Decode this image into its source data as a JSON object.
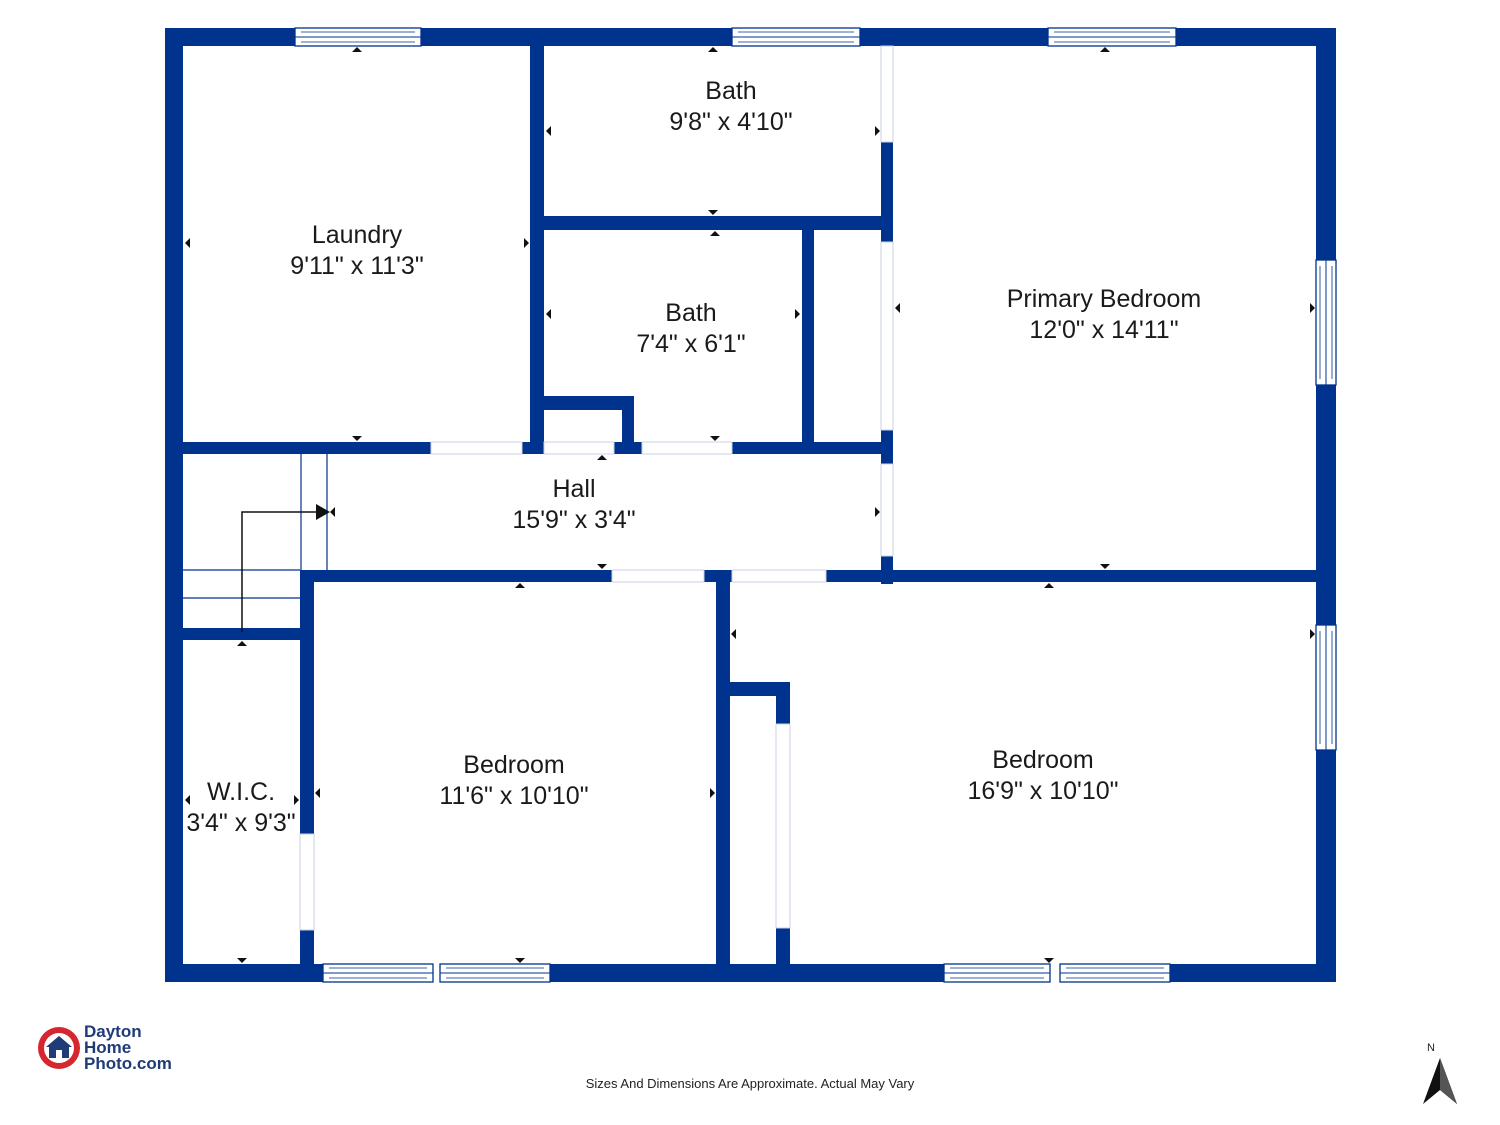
{
  "rooms": [
    {
      "name": "Laundry",
      "dims": "9'11\" x 11'3\""
    },
    {
      "name": "Bath",
      "dims": "9'8\" x 4'10\""
    },
    {
      "name": "Bath",
      "dims": "7'4\" x 6'1\""
    },
    {
      "name": "Primary Bedroom",
      "dims": "12'0\" x 14'11\""
    },
    {
      "name": "Hall",
      "dims": "15'9\" x 3'4\""
    },
    {
      "name": "Bedroom",
      "dims": "11'6\" x 10'10\""
    },
    {
      "name": "Bedroom",
      "dims": "16'9\" x 10'10\""
    },
    {
      "name": "W.I.C.",
      "dims": "3'4\" x 9'3\""
    }
  ],
  "disclaimer": "Sizes And Dimensions Are Approximate. Actual May Vary",
  "brand": {
    "line1": "Dayton",
    "line2": "Home",
    "line3": "Photo.com"
  },
  "compass_label": "N",
  "colors": {
    "wall": "#00338D",
    "window": "#00338D",
    "brand_red": "#d6262f",
    "brand_blue": "#1f3b78"
  }
}
